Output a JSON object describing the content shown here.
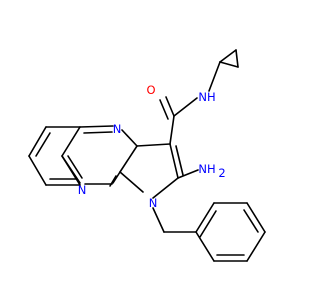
{
  "molecule": {
    "atoms": {
      "O": "O",
      "NH_amide": "NH",
      "NH2": "NH",
      "NH2_sub": "2",
      "N_ring_top": "N",
      "N_ring_bottom": "N",
      "N_pyrrole": "N"
    },
    "colors": {
      "bond": "#000000",
      "oxygen": "#ff0000",
      "nitrogen": "#0000ff",
      "background": "#ffffff"
    }
  }
}
